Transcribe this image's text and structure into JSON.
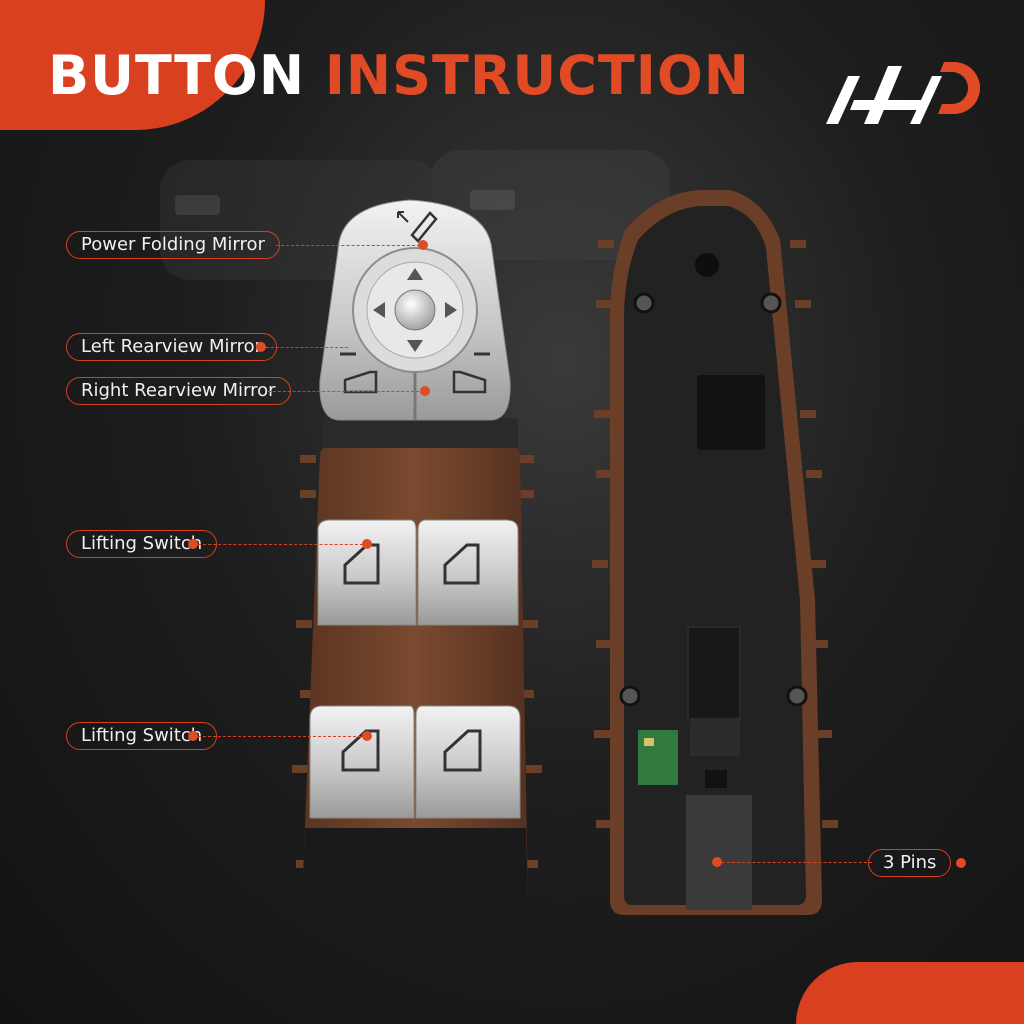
{
  "header": {
    "title_word1": "BUTTON",
    "title_word2": "INSTRUCTION"
  },
  "brand": {
    "logo_icon": "brand-logo-icon",
    "accent_color": "#d8401f"
  },
  "callouts": [
    {
      "label": "Power Folding Mirror"
    },
    {
      "label": "Left Rearview Mirror"
    },
    {
      "label": "Right Rearview Mirror"
    },
    {
      "label": "Lifting Switch"
    },
    {
      "label": "Lifting Switch"
    },
    {
      "label": "3 Pins"
    }
  ],
  "colors": {
    "accent": "#d8401f",
    "housing_brown": "#6b3f27",
    "button_silver": "#cfcfcf",
    "background": "#1e1e1e"
  }
}
